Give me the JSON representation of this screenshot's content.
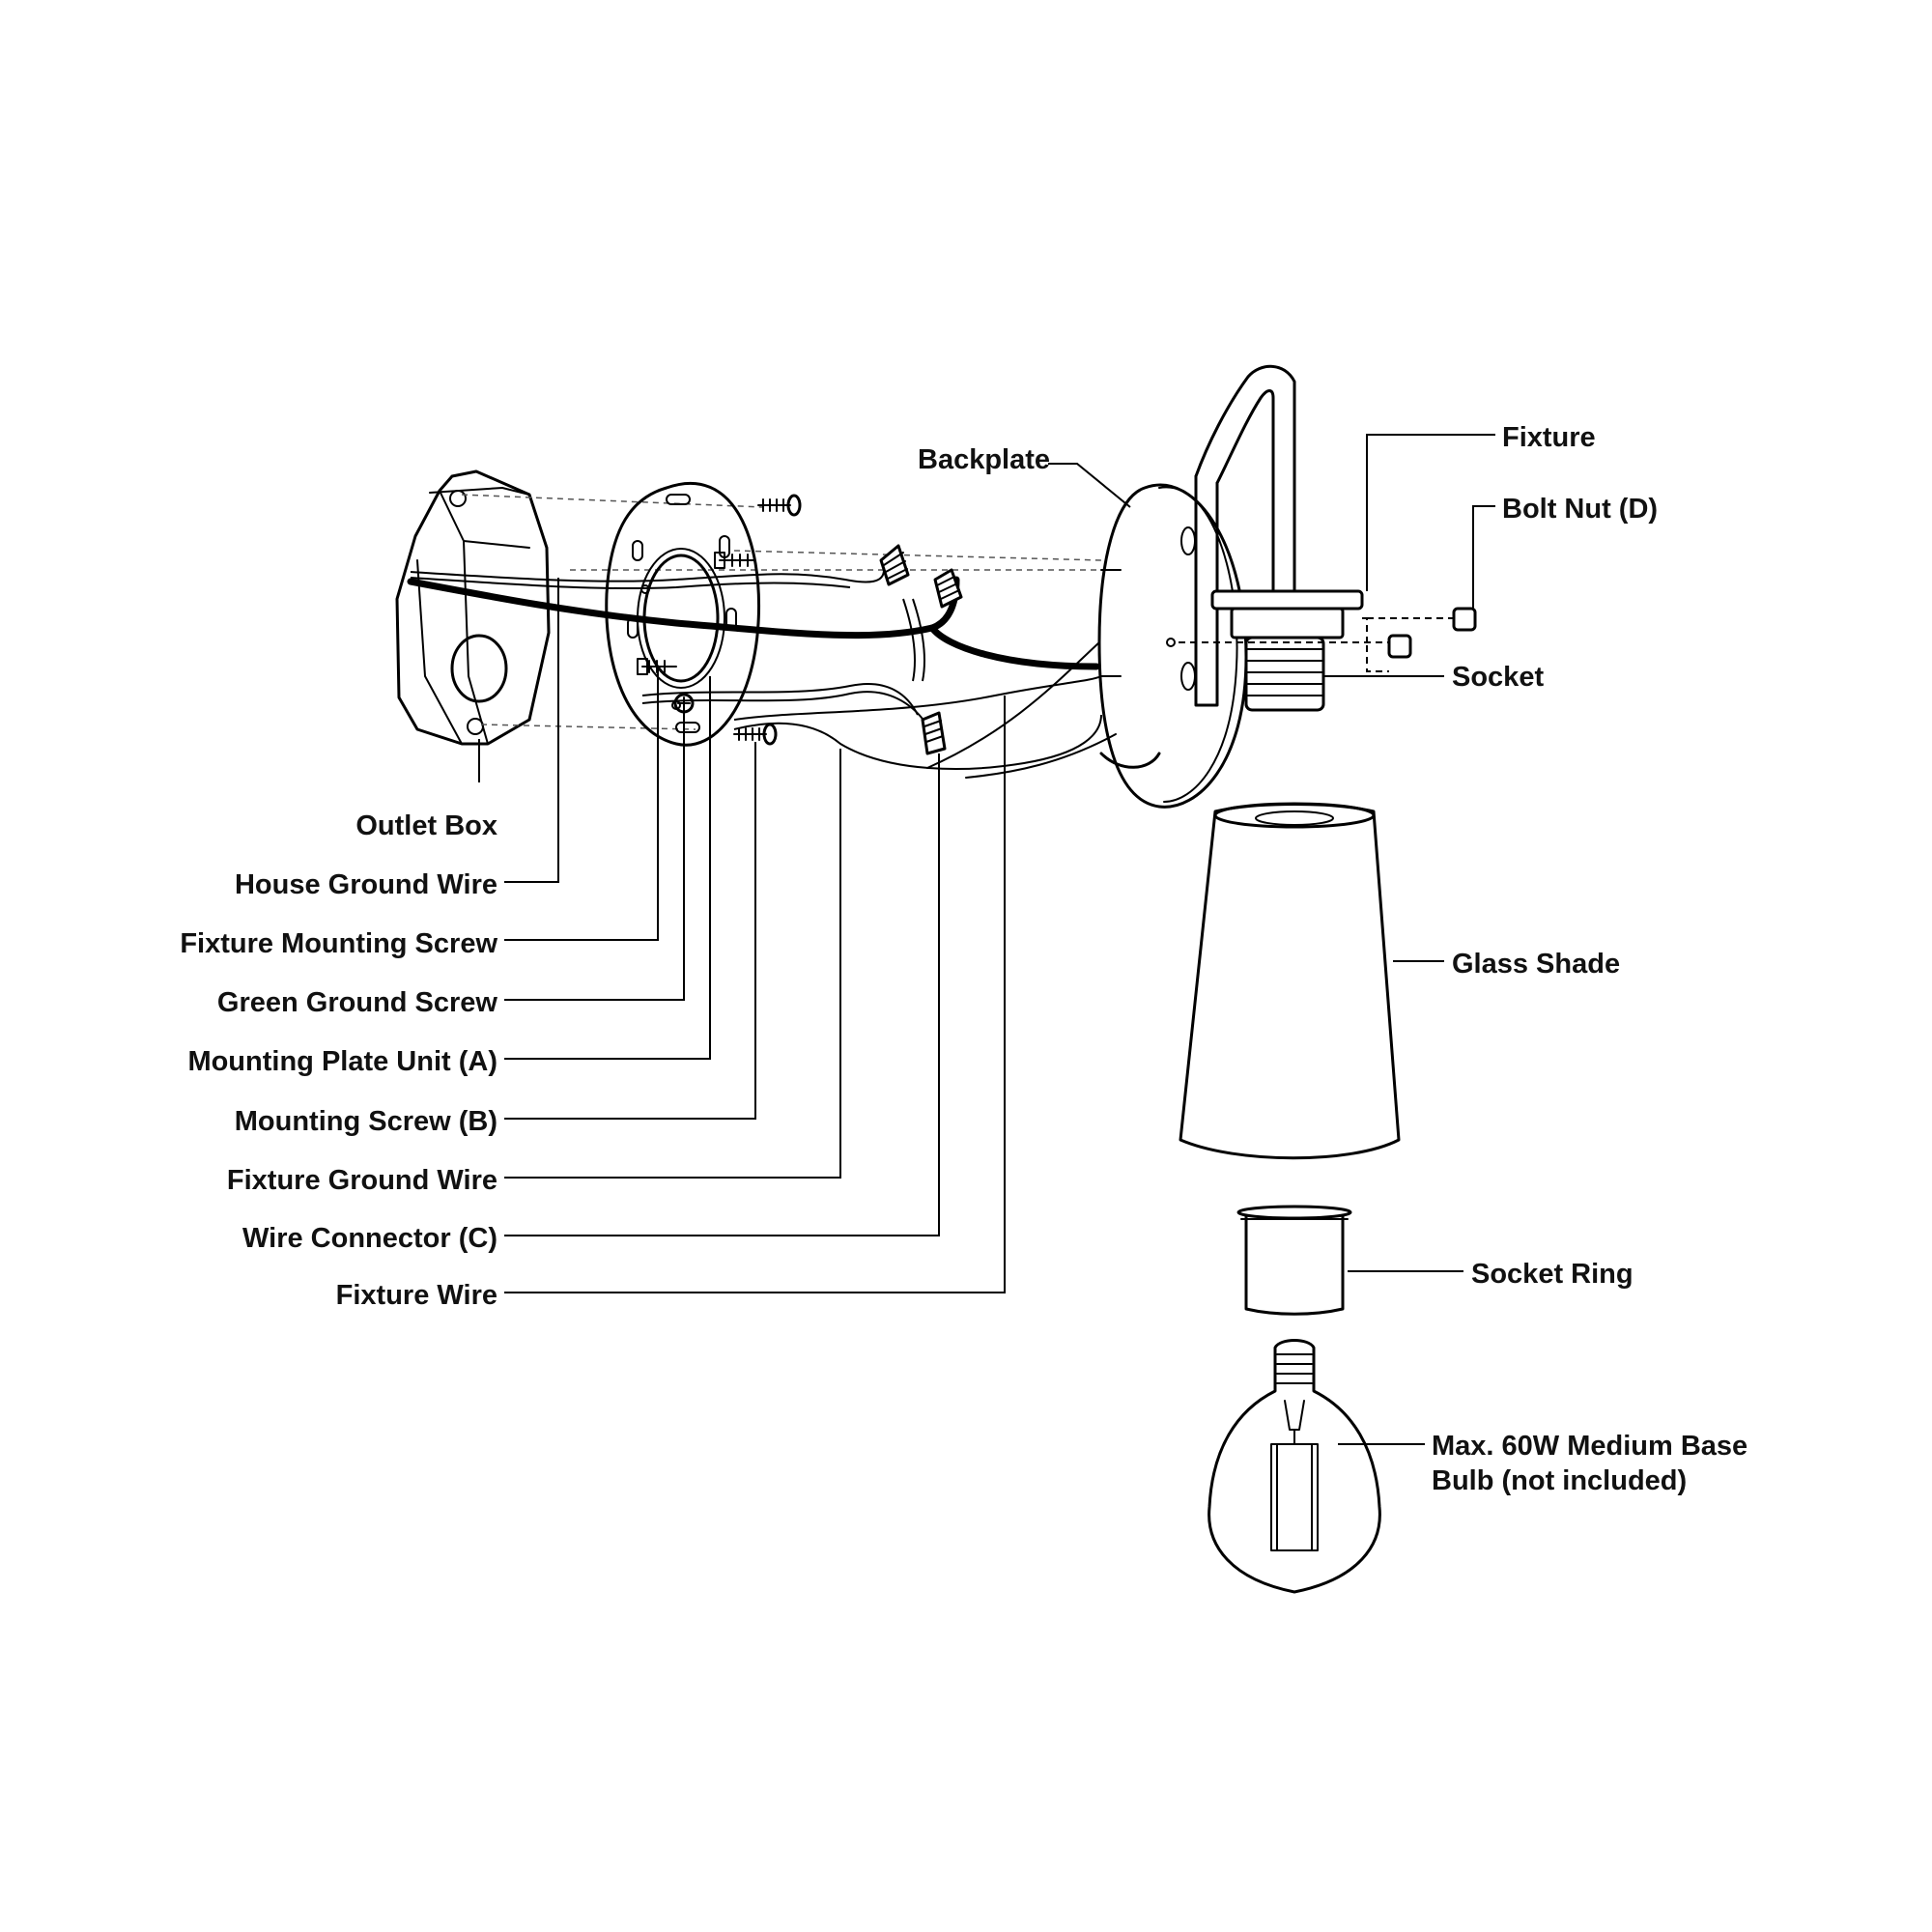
{
  "labels": {
    "backplate": "Backplate",
    "fixture": "Fixture",
    "bolt_nut": "Bolt Nut (D)",
    "socket": "Socket",
    "glass_shade": "Glass Shade",
    "socket_ring": "Socket Ring",
    "bulb_line1": "Max. 60W Medium Base",
    "bulb_line2": "Bulb (not included)",
    "outlet_box": "Outlet Box",
    "house_ground_wire": "House Ground Wire",
    "fixture_mounting_screw": "Fixture Mounting Screw",
    "green_ground_screw": "Green Ground Screw",
    "mounting_plate_unit": "Mounting Plate Unit (A)",
    "mounting_screw": "Mounting Screw (B)",
    "fixture_ground_wire": "Fixture Ground Wire",
    "wire_connector": "Wire Connector (C)",
    "fixture_wire": "Fixture Wire"
  },
  "icons": {
    "outlet_box": "outlet-box-icon",
    "mounting_plate": "mounting-plate-icon",
    "backplate": "backplate-icon",
    "fixture_arm": "fixture-arm-icon",
    "socket": "socket-icon",
    "bolt_nut": "bolt-nut-icon",
    "glass_shade": "glass-shade-icon",
    "socket_ring": "socket-ring-icon",
    "bulb": "bulb-icon",
    "wire_connector": "wire-connector-icon",
    "screw": "screw-icon"
  }
}
